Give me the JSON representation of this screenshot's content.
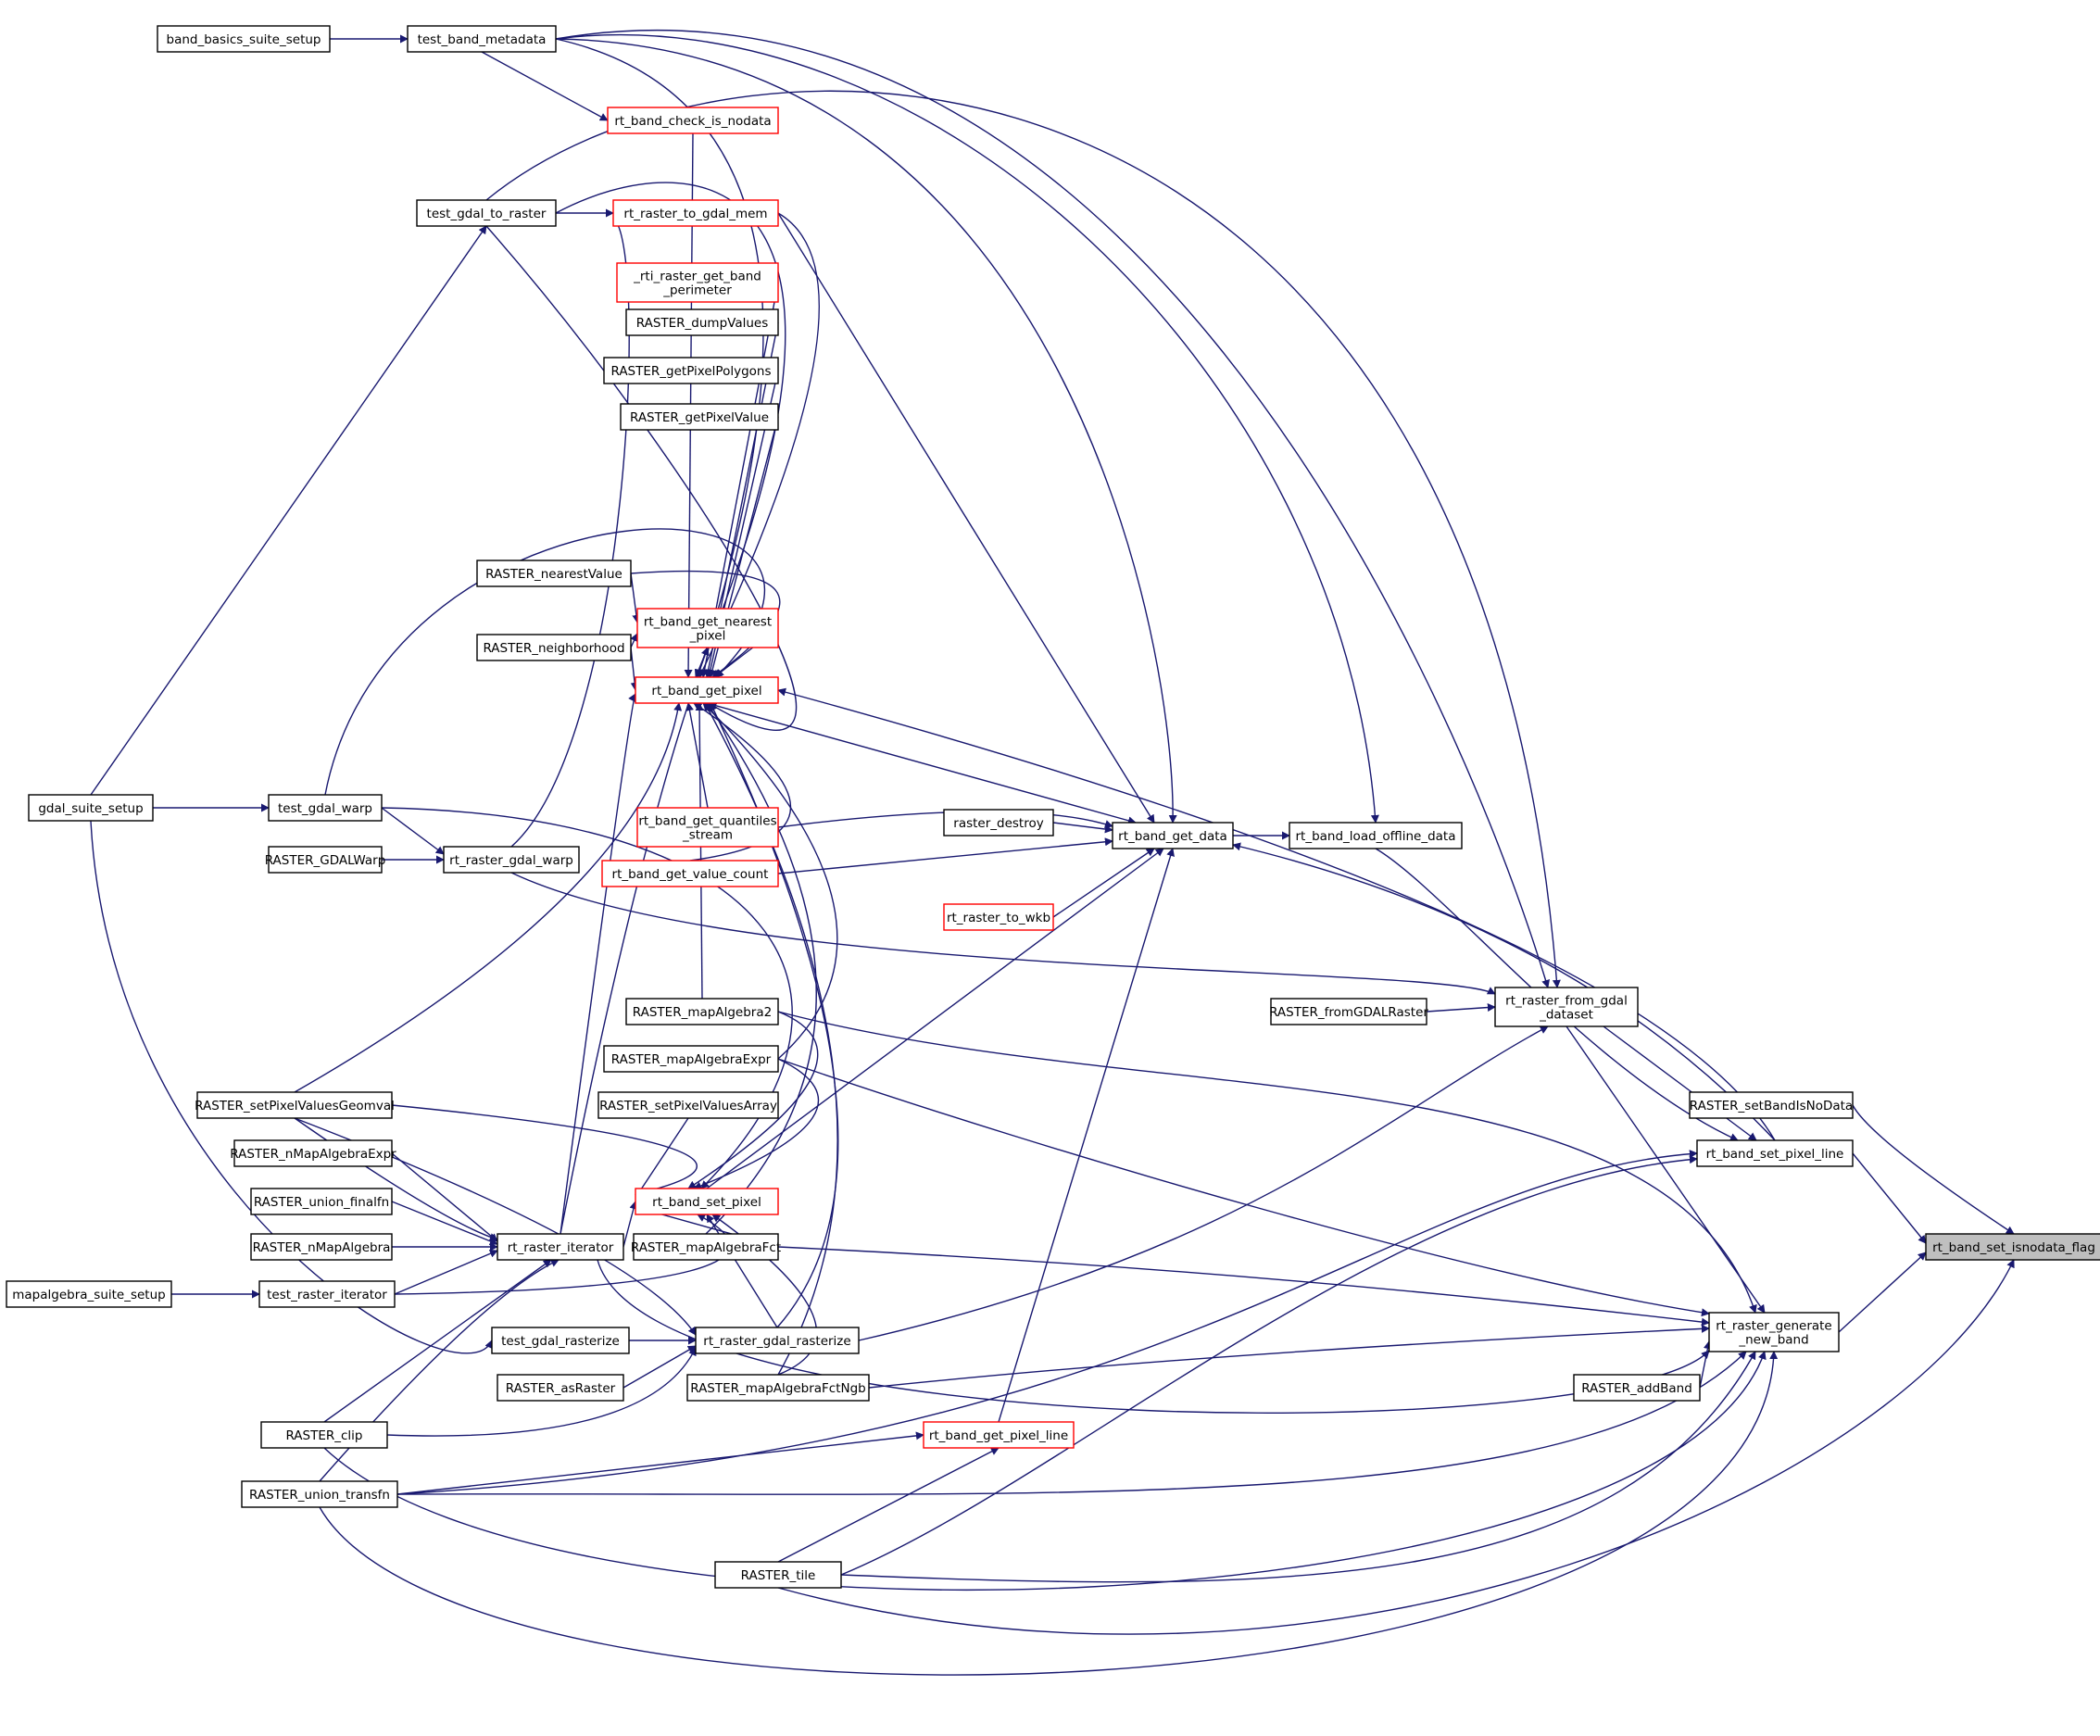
{
  "colors": {
    "edge": "#191970",
    "node_border_default": "#000000",
    "node_border_truncated": "#ff0000",
    "node_fill": "#ffffff",
    "focus_fill": "#bfbfbf",
    "focus_border": "#000000"
  },
  "nodes": {
    "focus": {
      "lines": [
        "rt_band_set_isnodata_flag"
      ]
    },
    "band_basics_suite_setup": {
      "lines": [
        "band_basics_suite_setup"
      ]
    },
    "test_band_metadata": {
      "lines": [
        "test_band_metadata"
      ]
    },
    "rt_band_check_is_nodata": {
      "lines": [
        "rt_band_check_is_nodata"
      ]
    },
    "test_gdal_to_raster": {
      "lines": [
        "test_gdal_to_raster"
      ]
    },
    "rt_raster_to_gdal_mem": {
      "lines": [
        "rt_raster_to_gdal_mem"
      ]
    },
    "rti_raster_get_band_perimeter": {
      "lines": [
        "_rti_raster_get_band",
        "_perimeter"
      ]
    },
    "RASTER_dumpValues": {
      "lines": [
        "RASTER_dumpValues"
      ]
    },
    "RASTER_getPixelPolygons": {
      "lines": [
        "RASTER_getPixelPolygons"
      ]
    },
    "RASTER_getPixelValue": {
      "lines": [
        "RASTER_getPixelValue"
      ]
    },
    "RASTER_nearestValue": {
      "lines": [
        "RASTER_nearestValue"
      ]
    },
    "rt_band_get_nearest_pixel": {
      "lines": [
        "rt_band_get_nearest",
        "_pixel"
      ]
    },
    "RASTER_neighborhood": {
      "lines": [
        "RASTER_neighborhood"
      ]
    },
    "rt_band_get_pixel": {
      "lines": [
        "rt_band_get_pixel"
      ]
    },
    "gdal_suite_setup": {
      "lines": [
        "gdal_suite_setup"
      ]
    },
    "test_gdal_warp": {
      "lines": [
        "test_gdal_warp"
      ]
    },
    "RASTER_GDALWarp": {
      "lines": [
        "RASTER_GDALWarp"
      ]
    },
    "rt_raster_gdal_warp": {
      "lines": [
        "rt_raster_gdal_warp"
      ]
    },
    "rt_band_get_quantiles_stream": {
      "lines": [
        "rt_band_get_quantiles",
        "_stream"
      ]
    },
    "raster_destroy": {
      "lines": [
        "raster_destroy"
      ]
    },
    "rt_band_get_data": {
      "lines": [
        "rt_band_get_data"
      ]
    },
    "rt_band_load_offline_data": {
      "lines": [
        "rt_band_load_offline_data"
      ]
    },
    "rt_band_get_value_count": {
      "lines": [
        "rt_band_get_value_count"
      ]
    },
    "rt_raster_to_wkb": {
      "lines": [
        "rt_raster_to_wkb"
      ]
    },
    "RASTER_mapAlgebra2": {
      "lines": [
        "RASTER_mapAlgebra2"
      ]
    },
    "RASTER_fromGDALRaster": {
      "lines": [
        "RASTER_fromGDALRaster"
      ]
    },
    "rt_raster_from_gdal_dataset": {
      "lines": [
        "rt_raster_from_gdal",
        "_dataset"
      ]
    },
    "RASTER_mapAlgebraExpr": {
      "lines": [
        "RASTER_mapAlgebraExpr"
      ]
    },
    "RASTER_setPixelValuesGeomval": {
      "lines": [
        "RASTER_setPixelValuesGeomval"
      ]
    },
    "RASTER_setPixelValuesArray": {
      "lines": [
        "RASTER_setPixelValuesArray"
      ]
    },
    "RASTER_setBandIsNoData": {
      "lines": [
        "RASTER_setBandIsNoData"
      ]
    },
    "RASTER_nMapAlgebraExpr": {
      "lines": [
        "RASTER_nMapAlgebraExpr"
      ]
    },
    "rt_band_set_pixel_line": {
      "lines": [
        "rt_band_set_pixel_line"
      ]
    },
    "rt_band_set_pixel": {
      "lines": [
        "rt_band_set_pixel"
      ]
    },
    "RASTER_union_finalfn": {
      "lines": [
        "RASTER_union_finalfn"
      ]
    },
    "RASTER_nMapAlgebra": {
      "lines": [
        "RASTER_nMapAlgebra"
      ]
    },
    "rt_raster_iterator": {
      "lines": [
        "rt_raster_iterator"
      ]
    },
    "RASTER_mapAlgebraFct": {
      "lines": [
        "RASTER_mapAlgebraFct"
      ]
    },
    "mapalgebra_suite_setup": {
      "lines": [
        "mapalgebra_suite_setup"
      ]
    },
    "test_raster_iterator": {
      "lines": [
        "test_raster_iterator"
      ]
    },
    "test_gdal_rasterize": {
      "lines": [
        "test_gdal_rasterize"
      ]
    },
    "rt_raster_gdal_rasterize": {
      "lines": [
        "rt_raster_gdal_rasterize"
      ]
    },
    "rt_raster_generate_new_band": {
      "lines": [
        "rt_raster_generate",
        "_new_band"
      ]
    },
    "RASTER_asRaster": {
      "lines": [
        "RASTER_asRaster"
      ]
    },
    "RASTER_mapAlgebraFctNgb": {
      "lines": [
        "RASTER_mapAlgebraFctNgb"
      ]
    },
    "RASTER_addBand": {
      "lines": [
        "RASTER_addBand"
      ]
    },
    "RASTER_clip": {
      "lines": [
        "RASTER_clip"
      ]
    },
    "rt_band_get_pixel_line": {
      "lines": [
        "rt_band_get_pixel_line"
      ]
    },
    "RASTER_union_transfn": {
      "lines": [
        "RASTER_union_transfn"
      ]
    },
    "RASTER_tile": {
      "lines": [
        "RASTER_tile"
      ]
    }
  }
}
